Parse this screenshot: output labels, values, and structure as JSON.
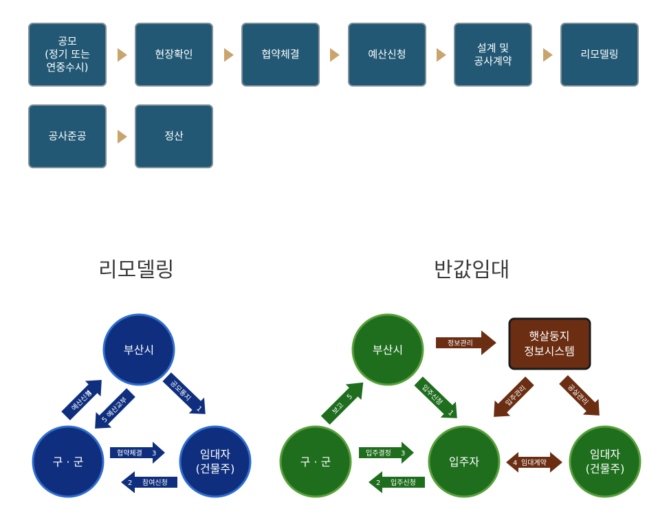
{
  "process": {
    "steps": [
      "공모\n(정기 또는\n연중수시)",
      "현장확인",
      "협약체결",
      "예산신청",
      "설계 및\n공사계약",
      "리모델링",
      "공사준공",
      "정산"
    ]
  },
  "remodeling": {
    "title": "리모델링",
    "nodes": {
      "busan": "부산시",
      "gugun": "구 · 군",
      "landlord_l1": "임대자",
      "landlord_l2": "(건물주)"
    },
    "edges": {
      "e1": {
        "num": "1",
        "label": "공모통지"
      },
      "e2": {
        "num": "2",
        "label": "참여신청"
      },
      "e3": {
        "num": "3",
        "label": "협약체결"
      },
      "e4": {
        "num": "4",
        "label": "예산신청"
      },
      "e5": {
        "num": "5",
        "label": "예산교부"
      }
    }
  },
  "halfrent": {
    "title": "반값임대",
    "nodes": {
      "busan": "부산시",
      "gugun": "구 · 군",
      "tenant": "입주자",
      "landlord_l1": "임대자",
      "landlord_l2": "(건물주)",
      "system_l1": "햇살둥지",
      "system_l2": "정보시스템"
    },
    "edges": {
      "info": {
        "label": "정보관리"
      },
      "e1": {
        "num": "1",
        "label": "입주신청"
      },
      "e2": {
        "num": "2",
        "label": "입주신청"
      },
      "e3": {
        "num": "3",
        "label": "입주결정"
      },
      "e4": {
        "num": "4",
        "label": "임대계약"
      },
      "e5": {
        "num": "5",
        "label": "보고"
      },
      "sys_left": {
        "label": "입주관리"
      },
      "sys_right": {
        "label": "공실관리"
      }
    }
  },
  "colors": {
    "step_bg": "#225874",
    "step_border": "#7f9199",
    "chevron": "#c9a46b",
    "blue": "#0f2f7e",
    "blue_border": "#2e6dd0",
    "green": "#1e6e1e",
    "green_border": "#58a03a",
    "brown": "#6b2e12"
  }
}
